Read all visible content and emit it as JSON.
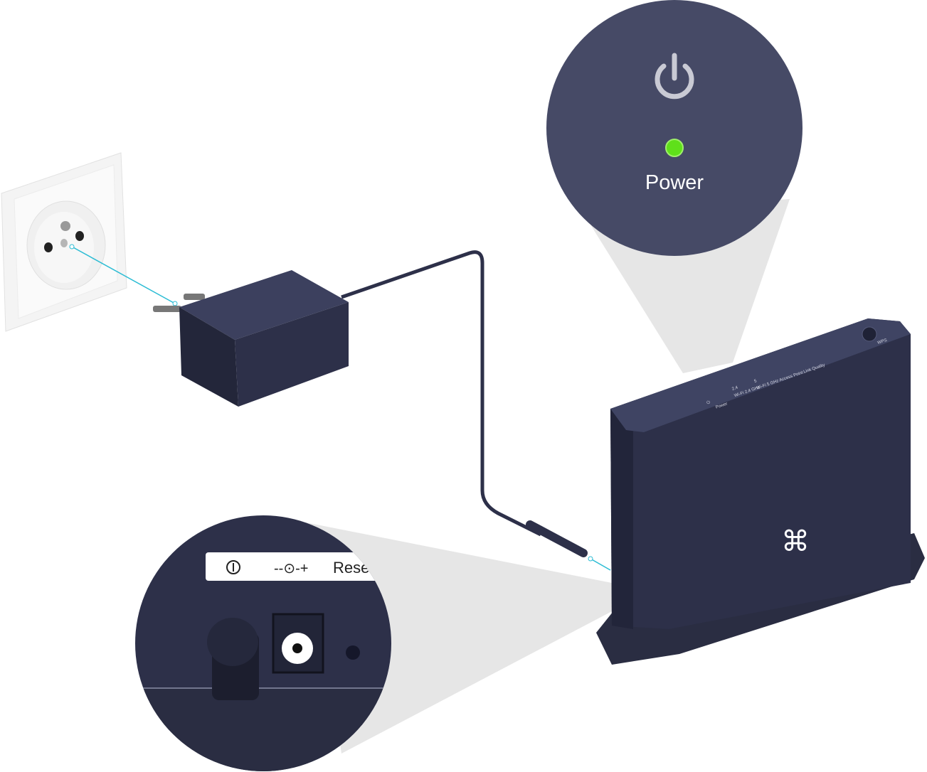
{
  "zoom_top": {
    "label": "Power",
    "led_color": "#5fe01a",
    "icon": "power-icon"
  },
  "zoom_bottom": {
    "port_label_symbol": "--⊙-+",
    "reset_label": "Reset",
    "power_switch_icon": "power-switch-icon"
  },
  "router": {
    "indicators": [
      {
        "icon": "power-icon",
        "label": "Power"
      },
      {
        "icon": "wifi-icon",
        "band": "2.4",
        "label": "Wi-Fi 2.4 GHz"
      },
      {
        "icon": "wifi-icon",
        "band": "5",
        "label": "Wi-Fi 5 GHz"
      },
      {
        "icon": "access-point-icon",
        "label": "Access Point"
      },
      {
        "icon": "signal-bars-icon",
        "label": "Link Quality"
      }
    ],
    "wps_label": "WPS",
    "logo": "cloverleaf-logo"
  },
  "colors": {
    "device": "#373b58",
    "device_dark": "#2a2d42",
    "callout_line": "#2bbcd4",
    "cone": "#e6e6e6"
  }
}
